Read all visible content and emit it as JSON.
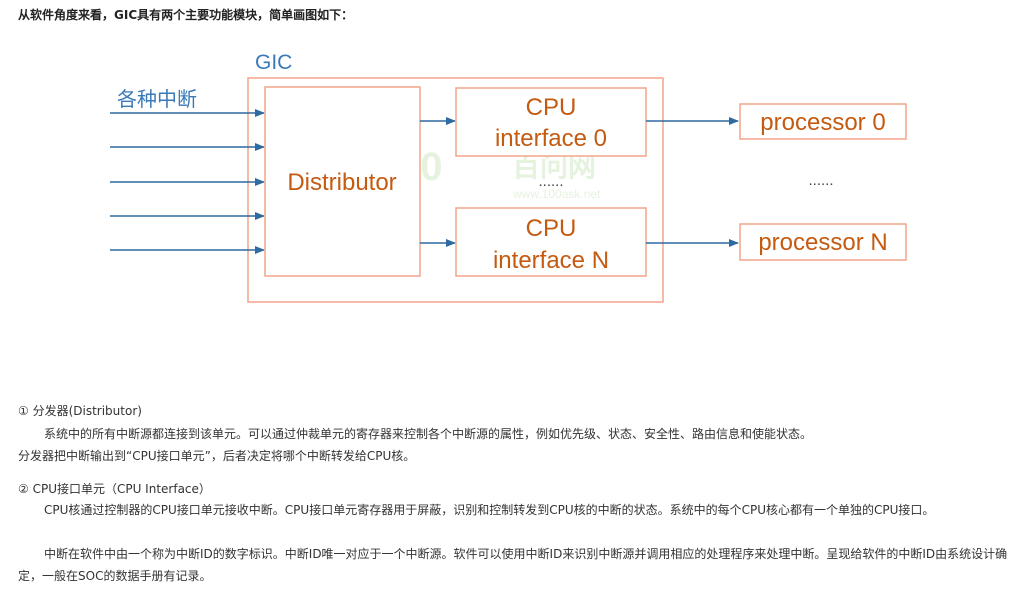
{
  "heading": "从软件角度来看，GIC具有两个主要功能模块，简单画图如下：",
  "diagram": {
    "gic_label": "GIC",
    "interrupts_label": "各种中断",
    "distributor_label": "Distributor",
    "cpu_if0_line1": "CPU",
    "cpu_if0_line2": "interface 0",
    "cpu_ifn_line1": "CPU",
    "cpu_ifn_line2": "interface N",
    "middle_ellipsis": "......",
    "right_ellipsis": "......",
    "processor0_label": "processor 0",
    "processorN_label": "processor N",
    "watermark_main": "百问网",
    "watermark_url": "www.100ask.net",
    "colors": {
      "box_border": "#f0a68a",
      "arrow": "#2f6aa0",
      "interrupts_text": "#3b7ab8",
      "gic_text": "#3b7ab8",
      "box_text": "#c55a11"
    }
  },
  "sections": [
    {
      "title": "① 分发器(Distributor)",
      "paragraphs": [
        "系统中的所有中断源都连接到该单元。可以通过仲裁单元的寄存器来控制各个中断源的属性，例如优先级、状态、安全性、路由信息和使能状态。",
        "分发器把中断输出到“CPU接口单元”，后者决定将哪个中断转发给CPU核。"
      ]
    },
    {
      "title": "② CPU接口单元（CPU Interface）",
      "paragraphs": [
        "CPU核通过控制器的CPU接口单元接收中断。CPU接口单元寄存器用于屏蔽，识别和控制转发到CPU核的中断的状态。系统中的每个CPU核心都有一个单独的CPU接口。",
        "中断在软件中由一个称为中断ID的数字标识。中断ID唯一对应于一个中断源。软件可以使用中断ID来识别中断源并调用相应的处理程序来处理中断。呈现给软件的中断ID由系统设计确定，一般在SOC的数据手册有记录。"
      ]
    }
  ]
}
